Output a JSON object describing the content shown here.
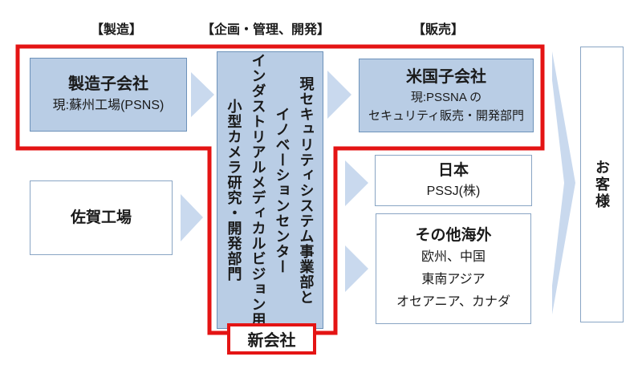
{
  "labels": {
    "manufacturing": "【製造】",
    "planning": "【企画・管理、開発】",
    "sales": "【販売】"
  },
  "boxes": {
    "manufacturing_subsidiary": {
      "title": "製造子会社",
      "subtitle": "現:蘇州工場(PSNS)"
    },
    "center_division": {
      "line1": "現セキュリティシステム事業部と",
      "line2": "イノベーションセンター",
      "line3": "インダストリアルメディカルビジョン用",
      "line4": "小型カメラ研究・開発部門"
    },
    "us_subsidiary": {
      "title": "米国子会社",
      "subtitle1": "現:PSSNA の",
      "subtitle2": "セキュリティ販売・開発部門"
    },
    "saga_factory": {
      "title": "佐賀工場"
    },
    "japan": {
      "title": "日本",
      "subtitle": "PSSJ(株)"
    },
    "other_overseas": {
      "title": "その他海外",
      "line1": "欧州、中国",
      "line2": "東南アジア",
      "line3": "オセアニア、カナダ"
    },
    "customers": {
      "title": "お客様"
    },
    "new_company": {
      "title": "新会社"
    }
  },
  "colors": {
    "highlight_red": "#E41414",
    "box_fill_blue": "#B9CDE5",
    "box_border_blue": "#6D92BA",
    "box_border_light": "#89A5C4",
    "arrow_blue": "#C9D9EE"
  }
}
